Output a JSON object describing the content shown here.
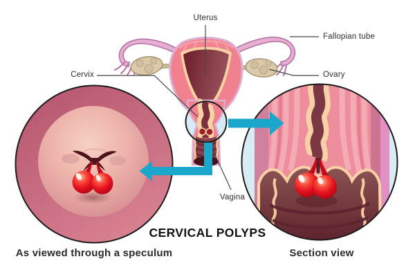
{
  "title": "CERVICAL POLYPS",
  "anatomy_labels": {
    "uterus": "Uterus",
    "fallopian_tube": "Fallopian tube",
    "ovary": "Ovary",
    "cervix": "Cervix",
    "vagina": "Vagina"
  },
  "views": {
    "speculum": {
      "caption": "As viewed through a speculum"
    },
    "section": {
      "caption": "Section view"
    }
  },
  "icons": {
    "arrow_to_speculum_view": "elbow-arrow-left",
    "arrow_to_section_view": "arrow-right",
    "magnifier_circle": "zoom-circle"
  },
  "colors": {
    "arrow_teal": "#1ba7cb",
    "polyp_red": "#e51220",
    "uterus_pink": "#f1818e",
    "cavity_maroon": "#6c1d2a",
    "mucosa_cream": "#f7d2a4",
    "outline_lilac": "#ddafd3",
    "speculum_ring_rose": "#c05e77",
    "zoom_highlight_blue": "#d8ecf5",
    "outline_black": "#1c1c1c",
    "label_text": "#2d2d2d"
  }
}
